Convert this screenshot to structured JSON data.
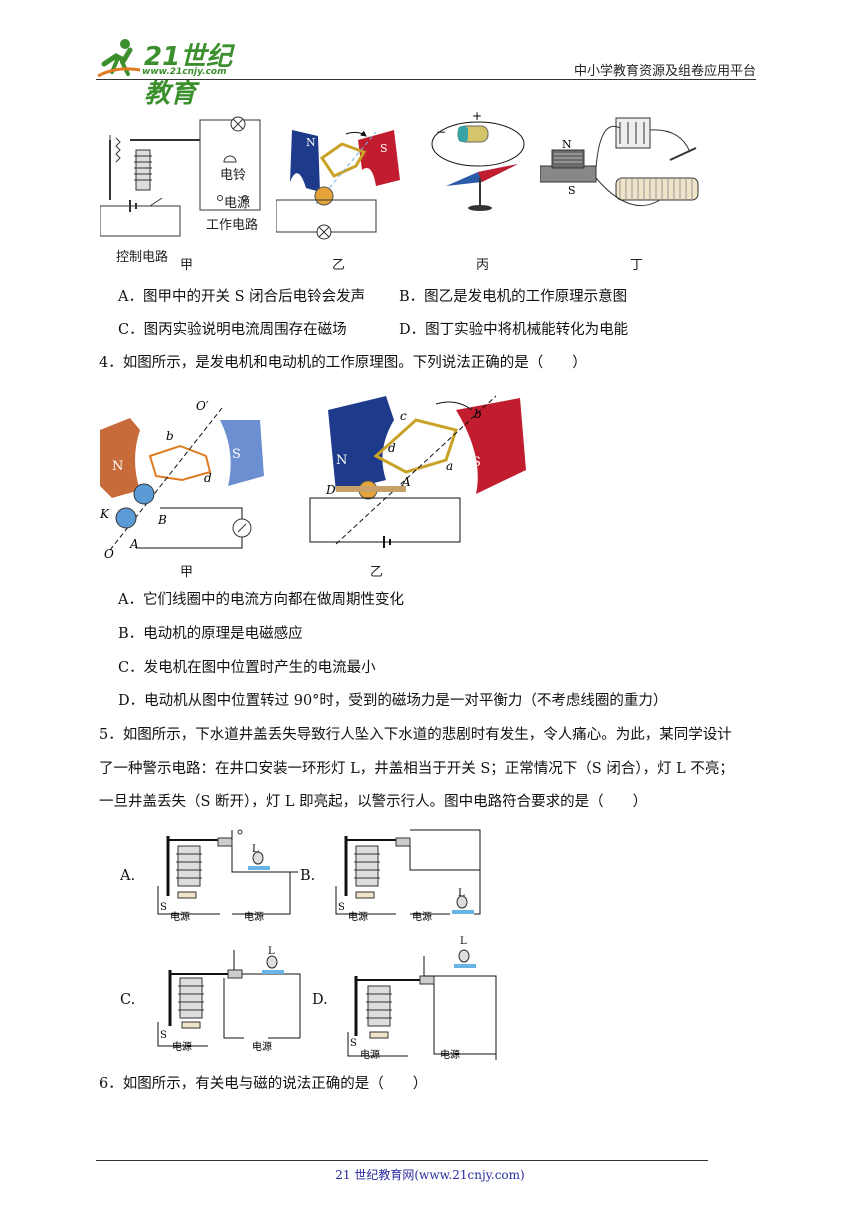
{
  "header": {
    "logo_title": "21世纪教育",
    "logo_url": "www.21cnjy.com",
    "platform": "中小学教育资源及组卷应用平台"
  },
  "q3": {
    "figure_labels": {
      "jia_control": "控制电路",
      "jia": "甲",
      "jia_bell": "电铃",
      "jia_power": "电源",
      "jia_work": "工作电路",
      "yi": "乙",
      "bing": "丙",
      "ding": "丁",
      "n": "N",
      "s": "S",
      "plus": "+",
      "minus": "−"
    },
    "options": [
      "A．图甲中的开关 S 闭合后电铃会发声",
      "B．图乙是发电机的工作原理示意图",
      "C．图丙实验说明电流周围存在磁场",
      "D．图丁实验中将机械能转化为电能"
    ]
  },
  "q4": {
    "stem": "4．如图所示，是发电机和电动机的工作原理图。下列说法正确的是（　　）",
    "figure_labels": {
      "jia": "甲",
      "yi": "乙",
      "o_prime": "O′",
      "o": "O",
      "a": "a",
      "b": "b",
      "c": "c",
      "d": "d",
      "A": "A",
      "B": "B",
      "D": "D",
      "K": "K",
      "n": "N",
      "s": "S"
    },
    "options": [
      "A．它们线圈中的电流方向都在做周期性变化",
      "B．电动机的原理是电磁感应",
      "C．发电机在图中位置时产生的电流最小",
      "D．电动机从图中位置转过 90°时，受到的磁场力是一对平衡力（不考虑线圈的重力）"
    ]
  },
  "q5": {
    "stem_lines": [
      "5．如图所示，下水道井盖丢失导致行人坠入下水道的悲剧时有发生，令人痛心。为此，某同学设计",
      "了一种警示电路：在井口安装一环形灯 L，井盖相当于开关 S；正常情况下（S 闭合），灯 L 不亮；",
      "一旦井盖丢失（S 断开），灯 L 即亮起，以警示行人。图中电路符合要求的是（　　）"
    ],
    "option_letters": [
      "A.",
      "B.",
      "C.",
      "D."
    ],
    "power_label": "电源",
    "s_label": "S",
    "l_label": "L"
  },
  "q6": {
    "stem": "6．如图所示，有关电与磁的说法正确的是（　　）"
  },
  "footer": {
    "text": "21 世纪教育网(www.21cnjy.com)"
  }
}
